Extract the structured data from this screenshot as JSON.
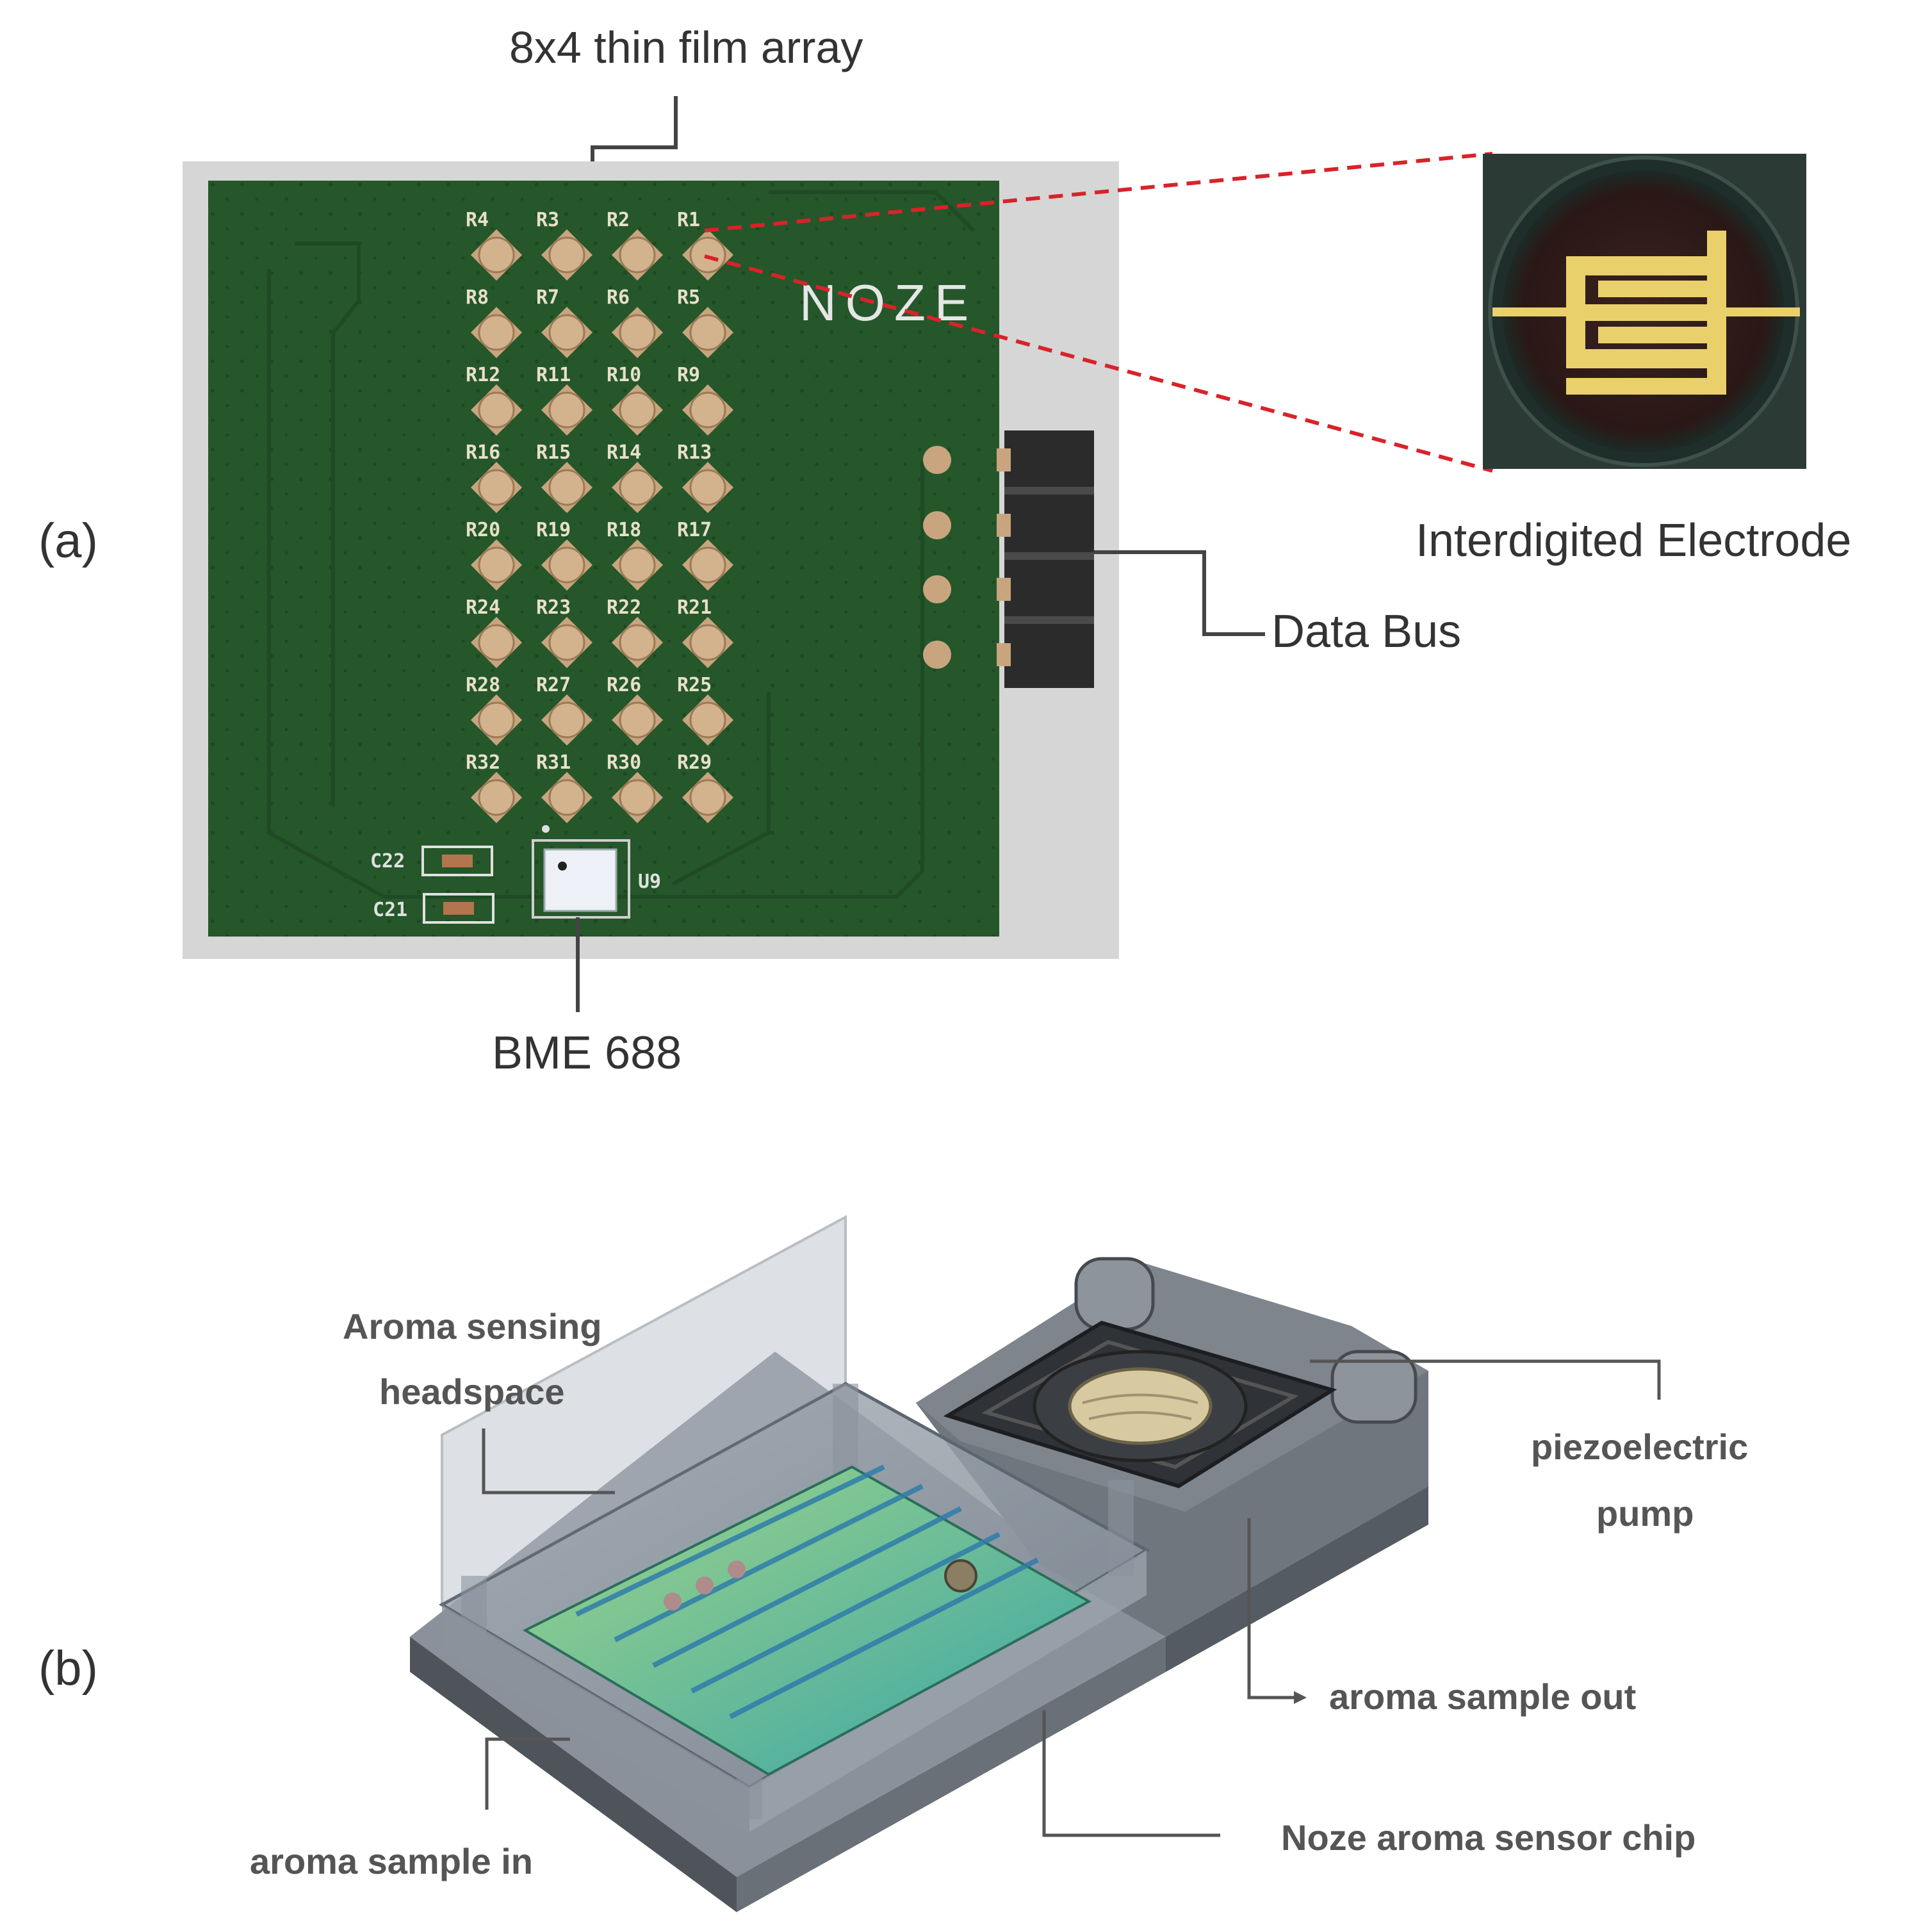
{
  "panel_a": {
    "tag": "(a)",
    "array_label": "8x4 thin film array",
    "electrode_label": "Interdigited Electrode",
    "bus_label": "Data Bus",
    "sensor_label": "BME 688",
    "brand": "NOZE",
    "pad_labels": [
      [
        "R4",
        "R3",
        "R2",
        "R1"
      ],
      [
        "R8",
        "R7",
        "R6",
        "R5"
      ],
      [
        "R12",
        "R11",
        "R10",
        "R9"
      ],
      [
        "R16",
        "R15",
        "R14",
        "R13"
      ],
      [
        "R20",
        "R19",
        "R18",
        "R17"
      ],
      [
        "R24",
        "R23",
        "R22",
        "R21"
      ],
      [
        "R28",
        "R27",
        "R26",
        "R25"
      ],
      [
        "R32",
        "R31",
        "R30",
        "R29"
      ]
    ],
    "capacitors": [
      "C22",
      "C21"
    ],
    "chip_ref": "U9"
  },
  "panel_b": {
    "tag": "(b)",
    "headspace_label_1": "Aroma sensing",
    "headspace_label_2": "headspace",
    "pump_label_1": "piezoelectric",
    "pump_label_2": "pump",
    "sample_out_label": "aroma sample out",
    "chip_label": "Noze aroma sensor chip",
    "sample_in_label": "aroma sample in"
  },
  "colors": {
    "pcb_green": "#25572a",
    "pad_gold": "#c8a57e",
    "frame_gray": "#d6d6d6",
    "dash_red": "#d8232a",
    "electrode_gold": "#e9d06a"
  }
}
